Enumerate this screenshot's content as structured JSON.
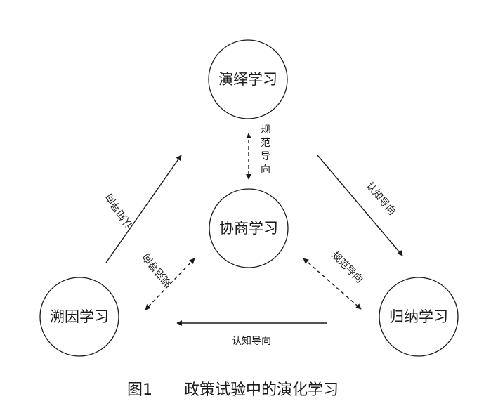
{
  "nodes": {
    "deductive": "演绎学习",
    "consultative": "协商学习",
    "retrospective": "溯因学习",
    "inductive": "归纳学习"
  },
  "edges": {
    "deductive_consultative": "规范导向",
    "retrospective_deductive": "认知导向",
    "deductive_inductive": "认知导向",
    "consultative_retrospective": "规范导向",
    "consultative_inductive": "规范导向",
    "inductive_retrospective": "认知导向"
  },
  "caption": {
    "figure_no": "图1",
    "title": "政策试验中的演化学习"
  }
}
